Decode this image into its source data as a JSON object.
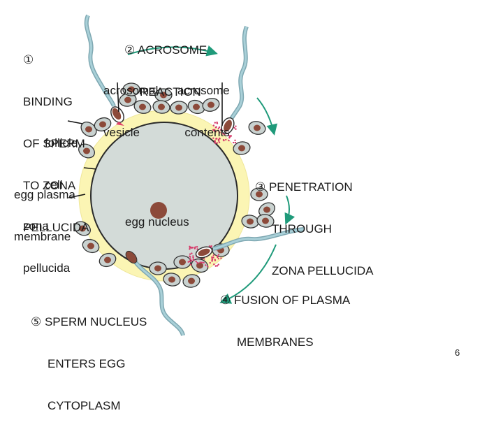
{
  "steps": {
    "s1": [
      "①",
      "BINDING",
      "OF SPERM",
      "TO ZONA",
      "PELLUCIDA"
    ],
    "s2": [
      "② ACROSOME",
      "REACTION"
    ],
    "s3": [
      "③ PENETRATION",
      "THROUGH",
      "ZONA PELLUCIDA"
    ],
    "s4": [
      "④ FUSION OF PLASMA",
      "MEMBRANES"
    ],
    "s5": [
      "⑤ SPERM NUCLEUS",
      "ENTERS EGG",
      "CYTOPLASM"
    ]
  },
  "labels": {
    "acrosomal_vesicle": [
      "acrosomal",
      "vesicle"
    ],
    "acrosome_contents": [
      "acrosome",
      "contents"
    ],
    "follicle_cell": [
      "follicle",
      "cell"
    ],
    "egg_plasma_membrane": [
      "egg plasma",
      "membrane"
    ],
    "zona_pellucida": [
      "zona",
      "pellucida"
    ],
    "egg_nucleus": "egg nucleus"
  },
  "page_number": "6",
  "colors": {
    "cytoplasm": "#d3dbd8",
    "zona": "#fbf5b4",
    "follicle_cell": "#c9d2d0",
    "nucleus": "#8c4a3a",
    "sperm_tail": "#9fc6cf",
    "arrow": "#1f9a7a",
    "acrosome_dots": "#d63a6a"
  }
}
